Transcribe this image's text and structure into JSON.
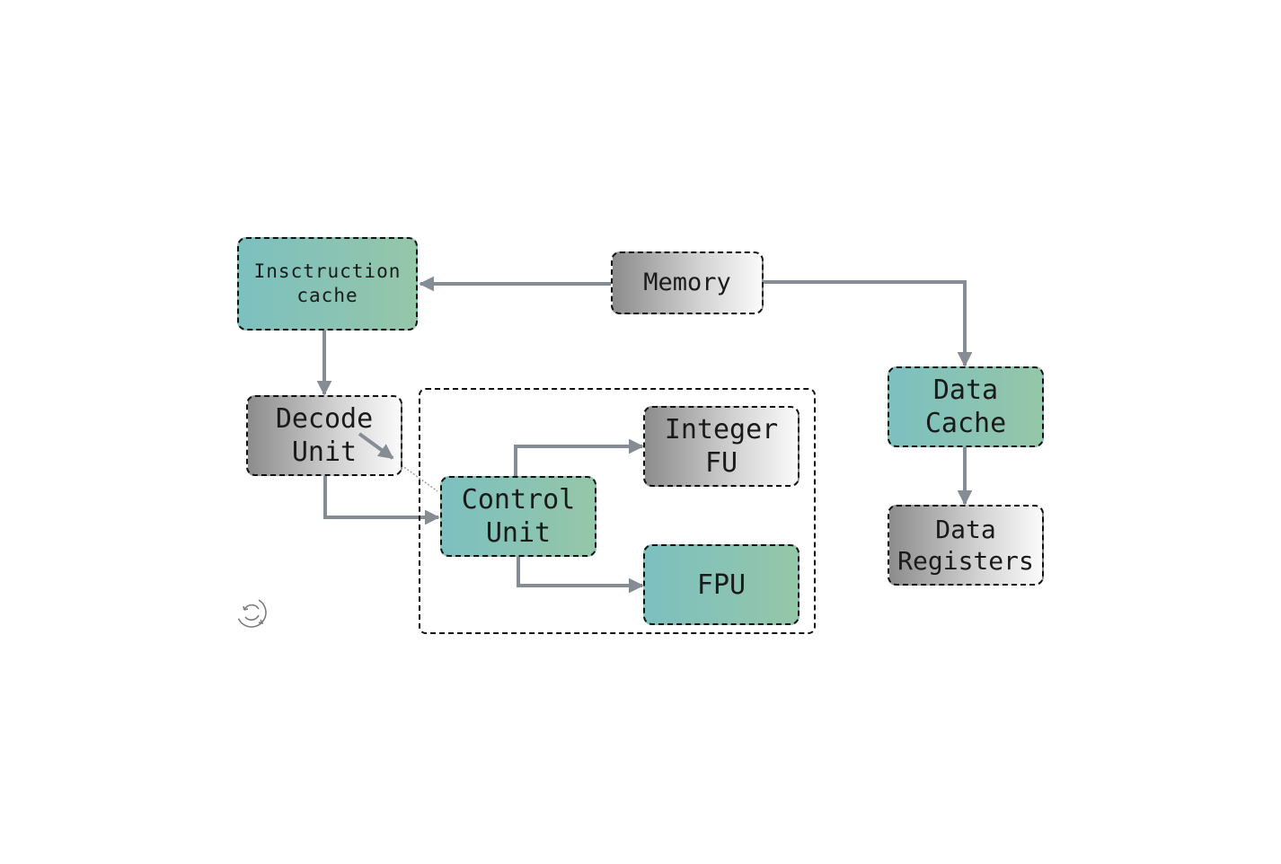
{
  "diagram": {
    "nodes": {
      "instruction_cache": {
        "label": "Insctruction\ncache",
        "style": "teal"
      },
      "memory": {
        "label": "Memory",
        "style": "gray"
      },
      "decode_unit": {
        "label": "Decode\nUnit",
        "style": "gray"
      },
      "control_unit": {
        "label": "Control\nUnit",
        "style": "teal"
      },
      "integer_fu": {
        "label": "Integer\nFU",
        "style": "gray"
      },
      "fpu": {
        "label": "FPU",
        "style": "teal"
      },
      "data_cache": {
        "label": "Data\nCache",
        "style": "teal"
      },
      "data_registers": {
        "label": "Data\nRegisters",
        "style": "gray"
      }
    },
    "edges": [
      {
        "from": "memory",
        "to": "instruction_cache"
      },
      {
        "from": "memory",
        "to": "data_cache"
      },
      {
        "from": "instruction_cache",
        "to": "decode_unit"
      },
      {
        "from": "decode_unit",
        "to": "control_unit"
      },
      {
        "from": "control_unit",
        "to": "integer_fu"
      },
      {
        "from": "control_unit",
        "to": "fpu"
      },
      {
        "from": "data_cache",
        "to": "data_registers"
      }
    ],
    "groups": [
      {
        "name": "execution-group",
        "members": [
          "control_unit",
          "integer_fu",
          "fpu"
        ]
      }
    ],
    "colors": {
      "teal_start": "#7cc0c0",
      "teal_end": "#95c6a8",
      "edge": "#858c94",
      "border": "#111111"
    },
    "controls": {
      "refresh_icon": "refresh-icon"
    }
  }
}
